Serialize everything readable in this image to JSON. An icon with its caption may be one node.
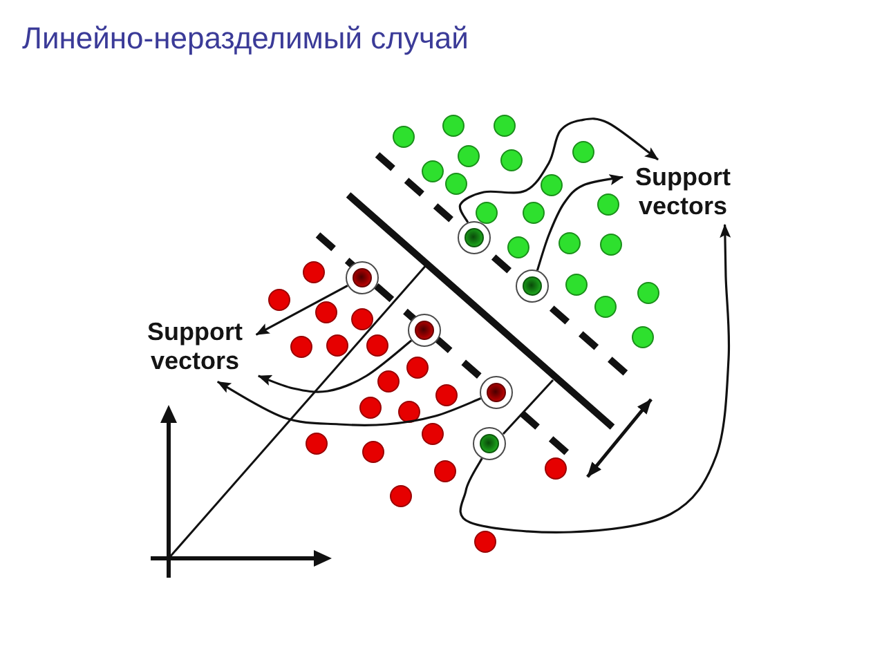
{
  "diagram": {
    "title": "Линейно-неразделимый случай",
    "nodes": [
      {
        "text": [
          "Support vectors"
        ]
      },
      {
        "text": [
          "Support vectors"
        ]
      },
      {
        "text": [],
        "shape": "circle"
      },
      {
        "text": [],
        "shape": "circle"
      },
      {
        "text": [],
        "shape": "circle"
      },
      {
        "text": [],
        "shape": "circle"
      },
      {
        "text": [],
        "shape": "circle"
      },
      {
        "text": [],
        "shape": "circle"
      }
    ],
    "edges": [
      {
        "from": 2,
        "to": 0,
        "arrow": "to"
      },
      {
        "from": 3,
        "to": 1,
        "arrow": "to"
      },
      {
        "from": 4,
        "to": 0,
        "arrow": "to"
      },
      {
        "from": 5,
        "to": 1,
        "arrow": "to"
      },
      {
        "from": 6,
        "to": 1,
        "arrow": "to"
      },
      {
        "from": 7,
        "to": 0,
        "arrow": "to"
      }
    ]
  }
}
